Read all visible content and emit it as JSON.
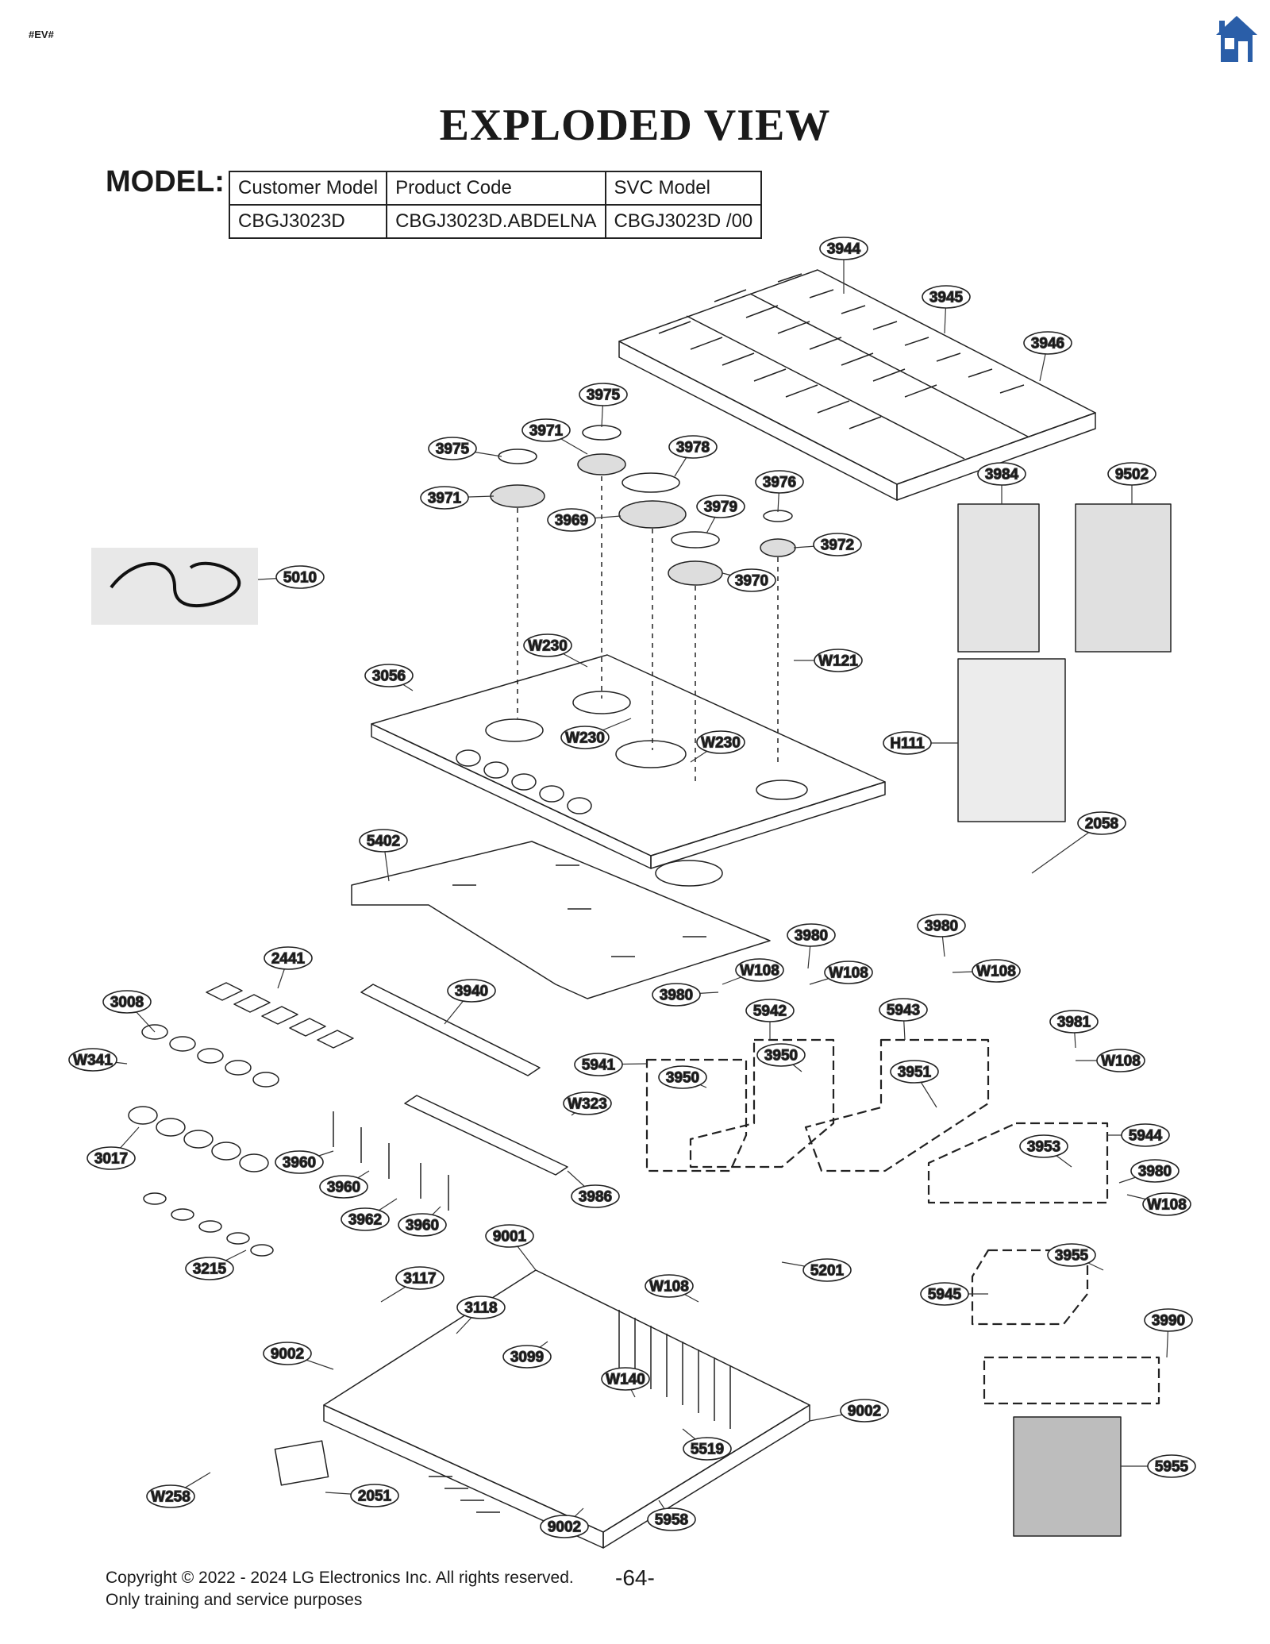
{
  "header": {
    "tag": "#EV#",
    "home_icon": "home-icon"
  },
  "title": "EXPLODED VIEW",
  "model": {
    "label": "MODEL:",
    "headers": [
      "Customer Model",
      "Product Code",
      "SVC Model"
    ],
    "values": [
      "CBGJ3023D",
      "CBGJ3023D.ABDELNA",
      "CBGJ3023D  /00"
    ]
  },
  "callouts": {
    "c3944": "3944",
    "c3945": "3945",
    "c3946": "3946",
    "c3975a": "3975",
    "c3975b": "3975",
    "c3971a": "3971",
    "c3971b": "3971",
    "c3978": "3978",
    "c3976": "3976",
    "c3969": "3969",
    "c3979": "3979",
    "c3972": "3972",
    "c3970": "3970",
    "c3984": "3984",
    "c9502": "9502",
    "c5010": "5010",
    "cW230a": "W230",
    "cW230b": "W230",
    "cW230c": "W230",
    "cW121": "W121",
    "c3056": "3056",
    "cH111": "H111",
    "c5402": "5402",
    "c2058": "2058",
    "c3980a": "3980",
    "c3980b": "3980",
    "c3980c": "3980",
    "c3980d": "3980",
    "cW108a": "W108",
    "cW108b": "W108",
    "cW108c": "W108",
    "cW108d": "W108",
    "cW108e": "W108",
    "cW108f": "W108",
    "c2441": "2441",
    "c3940": "3940",
    "c3008": "3008",
    "c5942": "5942",
    "c5943": "5943",
    "c3981": "3981",
    "cW341": "W341",
    "c5941": "5941",
    "c3950a": "3950",
    "c3950b": "3950",
    "c3951": "3951",
    "cW323": "W323",
    "c5944": "5944",
    "c3953": "3953",
    "c3017": "3017",
    "c3960a": "3960",
    "c3960b": "3960",
    "c3960c": "3960",
    "c3962": "3962",
    "c3986": "3986",
    "c9001": "9001",
    "c3215": "3215",
    "c5201": "5201",
    "c3955": "3955",
    "c3117": "3117",
    "c3118": "3118",
    "c5945": "5945",
    "c3990": "3990",
    "c9002a": "9002",
    "c9002b": "9002",
    "c9002c": "9002",
    "c3099": "3099",
    "cW140": "W140",
    "c5519": "5519",
    "c5955": "5955",
    "cW258": "W258",
    "c2051": "2051",
    "c5958": "5958"
  },
  "footer": {
    "copyright": "Copyright © 2022 - 2024 LG Electronics Inc. All rights reserved.",
    "note": "Only training and service purposes",
    "page": "-64-"
  }
}
